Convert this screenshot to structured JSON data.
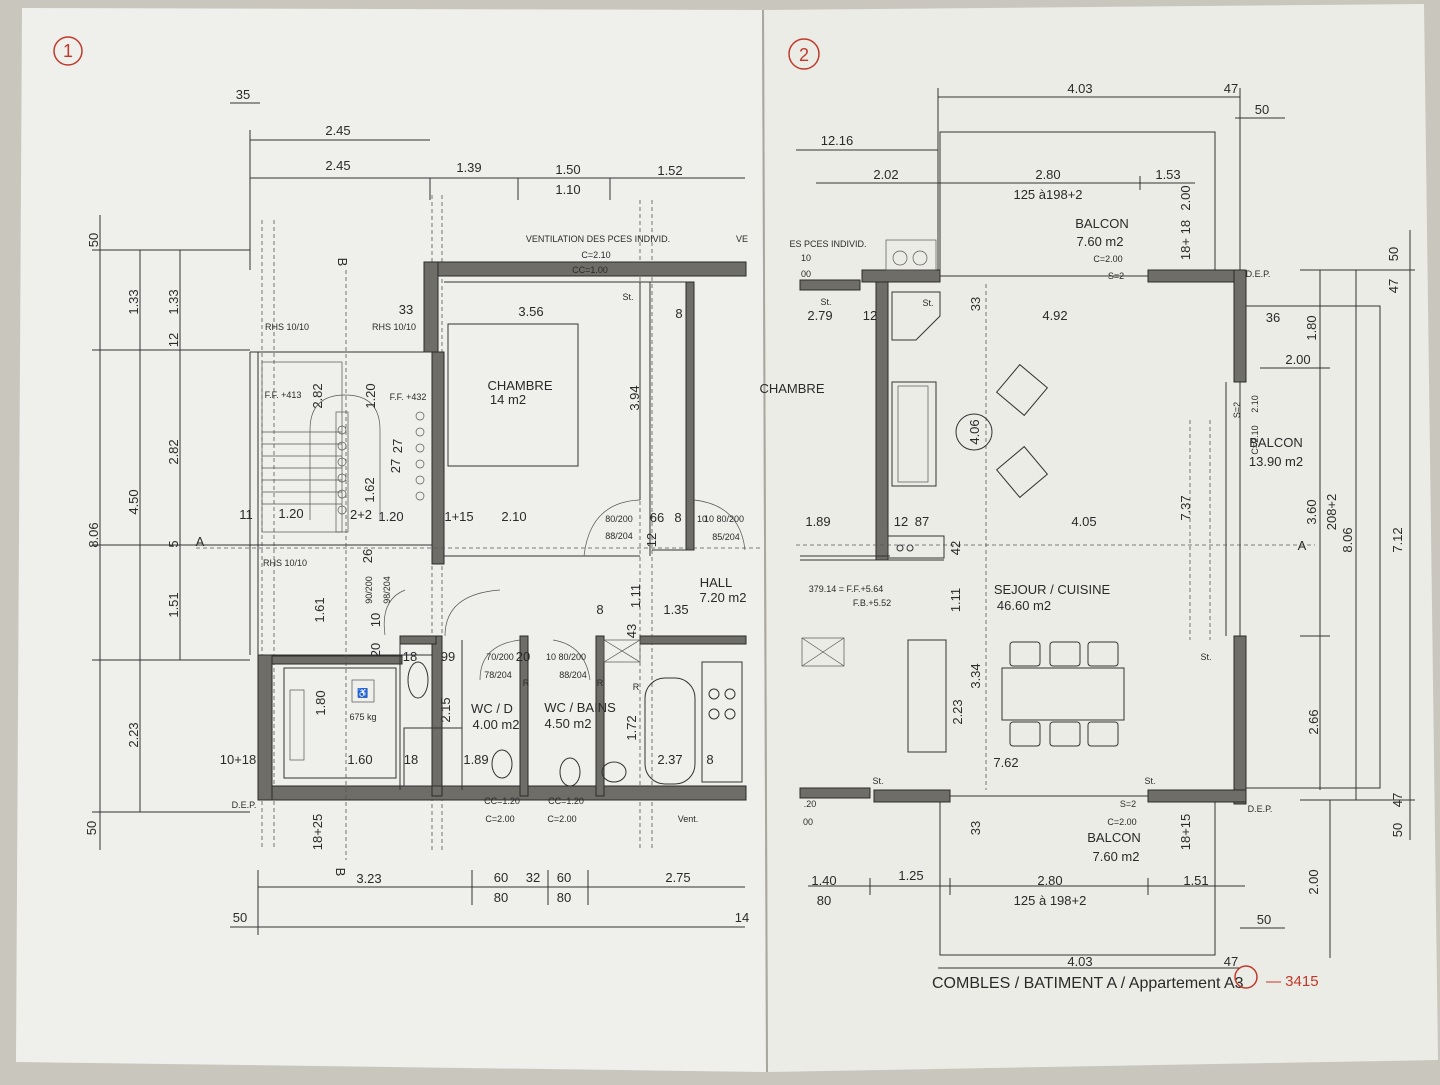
{
  "sheets": [
    {
      "number": "1"
    },
    {
      "number": "2"
    }
  ],
  "sheet1": {
    "rooms": {
      "chambre_name": "CHAMBRE",
      "chambre_area": "14 m2",
      "hall_name": "HALL",
      "hall_area": "7.20 m2",
      "wc_name": "WC / D",
      "wc_area": "4.00 m2",
      "bains_name": "WC / BAINS",
      "bains_area": "4.50 m2",
      "lift_load": "675 kg"
    },
    "dims_top": [
      "35",
      "2.45",
      "2.45",
      "1.39",
      "1.50",
      "1.10",
      "1.52"
    ],
    "dims_left": [
      "50",
      "1.33",
      "1.33",
      "12",
      "2.82",
      "4.50",
      "8.06",
      "5",
      "1.51",
      "1.61",
      "2.23",
      "50"
    ],
    "dims_bottom": [
      "3.23",
      "60",
      "32",
      "60",
      "2.75",
      "80",
      "80",
      "50",
      "14"
    ],
    "dims_inner": [
      "3.56",
      "3.94",
      "2.82",
      "1.20",
      "1.62",
      "1.20",
      "1.20",
      "2.10",
      "1.11",
      "1.35",
      "1.80",
      "1.60",
      "2.15",
      "1.89",
      "1.72",
      "2.37",
      "33",
      "8",
      "11",
      "2+2",
      "1+15",
      "66",
      "8",
      "10",
      "27",
      "27",
      "26",
      "43",
      "12",
      "18",
      "18",
      "99",
      "20",
      "20",
      "10",
      "8",
      "8",
      "10+18",
      "18+25"
    ],
    "labels": [
      "VENTILATION DES PCES INDIVID.",
      "VE",
      "C=2.10",
      "CC=1.00",
      "St.",
      "RHS 10/10",
      "RHS 10/10",
      "RHS 10/10",
      "F.F. +413",
      "F.F. +432",
      "80/200",
      "88/204",
      "10 80/200",
      "85/204",
      "90/200",
      "98/204",
      "70/200",
      "78/204",
      "10 80/200",
      "88/204",
      "R",
      "R",
      "R",
      "CC=1.20",
      "C=2.00",
      "CC=1.20",
      "C=2.00",
      "Vent.",
      "D.E.P.",
      "A",
      "B",
      "B"
    ]
  },
  "sheet2": {
    "rooms": {
      "chambre_name": "CHAMBRE",
      "sejour_name": "SEJOUR / CUISINE",
      "sejour_area": "46.60 m2",
      "balcon_top_name": "BALCON",
      "balcon_top_area": "7.60 m2",
      "balcon_right_name": "BALCON",
      "balcon_right_area": "13.90 m2",
      "balcon_bottom_name": "BALCON",
      "balcon_bottom_area": "7.60 m2"
    },
    "dims_top": [
      "4.03",
      "47",
      "50",
      "12.16",
      "2.02",
      "2.80",
      "1.53",
      "125 à198+2",
      "2.00",
      "18+ 18"
    ],
    "dims_right": [
      "50",
      "47",
      "36",
      "1.80",
      "2.00",
      "3.60",
      "208+2",
      "8.06",
      "7.12",
      "2.66",
      "47",
      "50",
      "2.00"
    ],
    "dims_bottom": [
      "1.40",
      "1.25",
      "2.80",
      "1.51",
      "80",
      "125 à 198+2",
      "4.03",
      "47",
      "50",
      "18+15"
    ],
    "dims_inner": [
      "4.92",
      "2.79",
      "12",
      "33",
      "4.06",
      "4.05",
      "1.89",
      "12",
      "87",
      "42",
      "1.11",
      "3.34",
      "2.23",
      "7.37",
      "7.62",
      "33",
      "2.10"
    ],
    "labels": [
      "ES PCES INDIVID.",
      "10",
      "00",
      "St.",
      "St.",
      "St.",
      "St.",
      "St.",
      "C=2.00",
      "S=2",
      "S=2",
      "C=2.00",
      "S=2",
      "C=2.10",
      "D.E.P.",
      "D.E.P.",
      "A",
      "379.14 = F.F.+5.64",
      "F.B.+5.52",
      ".20",
      "00"
    ],
    "title": "COMBLES  /  BATIMENT A  /  Appartement A3",
    "annotation": "— 3415",
    "circled": "2"
  }
}
